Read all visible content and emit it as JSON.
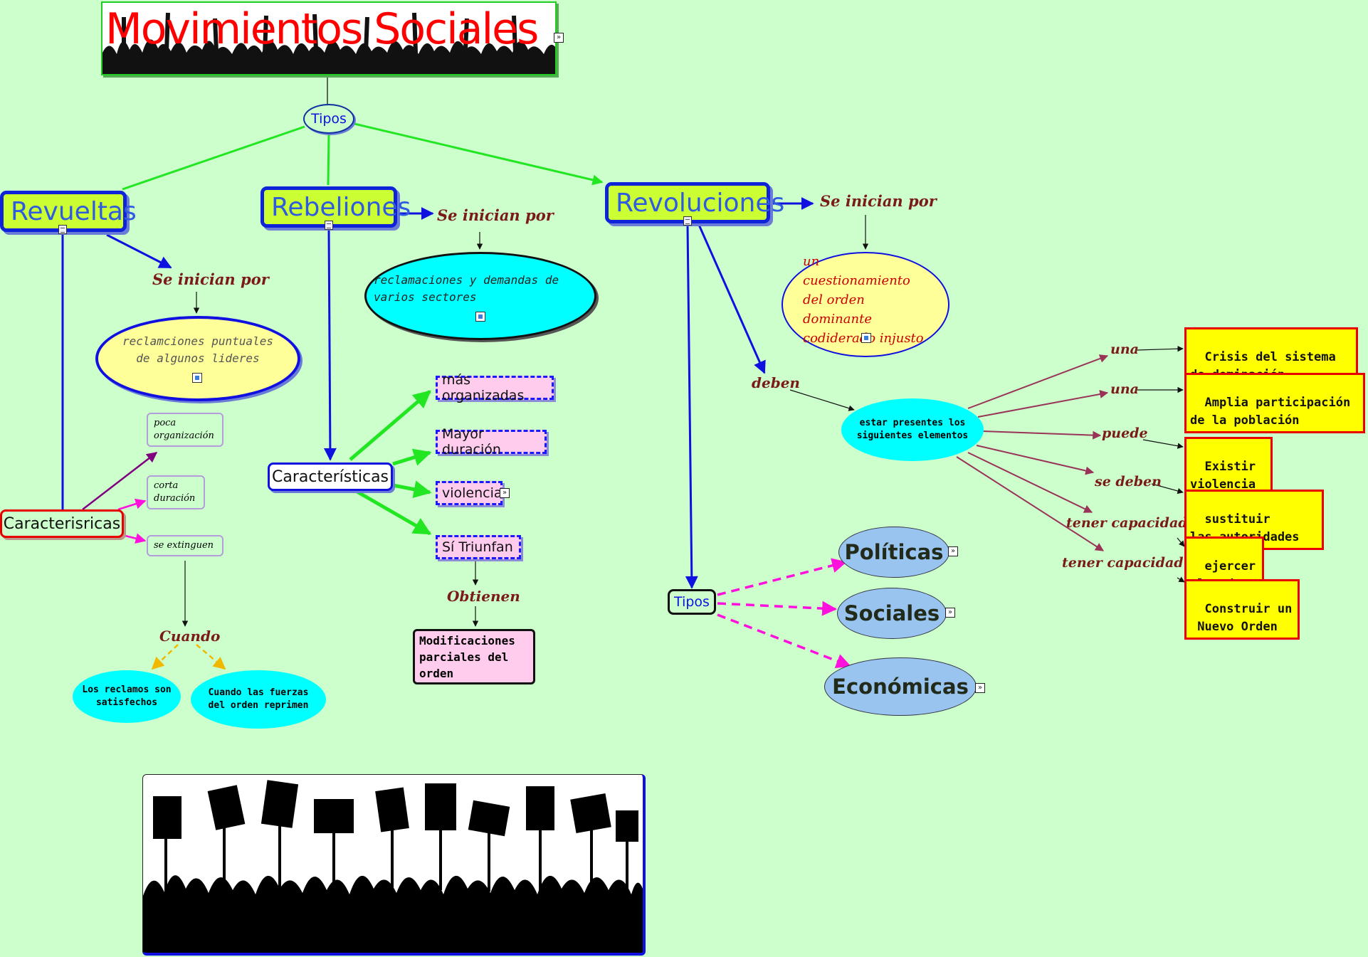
{
  "title": "Movimientos Sociales",
  "hub": "Tipos",
  "revueltas": {
    "label": "Revueltas",
    "link": "Se inician por",
    "cause": "reclamciones puntuales de algunos lideres",
    "char_label": "Caracterisricas",
    "traits": [
      "poca organización",
      "corta duración",
      "se extinguen"
    ],
    "when": "Cuando",
    "endings": [
      "Los reclamos son satisfechos",
      "Cuando las fuerzas del orden reprimen"
    ]
  },
  "rebeliones": {
    "label": "Rebeliones",
    "link": "Se inician por",
    "cause": "reclamaciones y demandas de varios sectores",
    "char_label": "Características",
    "traits": [
      "más organizadas",
      "Mayor duración",
      "violencia",
      "Sí Triunfan"
    ],
    "obtain": "Obtienen",
    "result": "Modificaciones parciales del orden"
  },
  "revoluciones": {
    "label": "Revoluciones",
    "link": "Se inician por",
    "cause": "un cuestionamiento del orden dominante codiderado injusto",
    "must": "deben",
    "elements": "estar presentes los siguientes elementos",
    "connectors": [
      "una",
      "una",
      "puede",
      "se deben",
      "tener capacidad de",
      "tener capacidad de"
    ],
    "items": [
      "Crisis del sistema\nde dominación",
      "Amplia participación\nde la población",
      "Existir\nviolencia",
      "sustituir\nlas autoridades",
      "ejercer\nel poder",
      "Construir un\n Nuevo Orden"
    ],
    "types_label": "Tipos",
    "types": [
      "Políticas",
      "Sociales",
      "Económicas"
    ]
  }
}
